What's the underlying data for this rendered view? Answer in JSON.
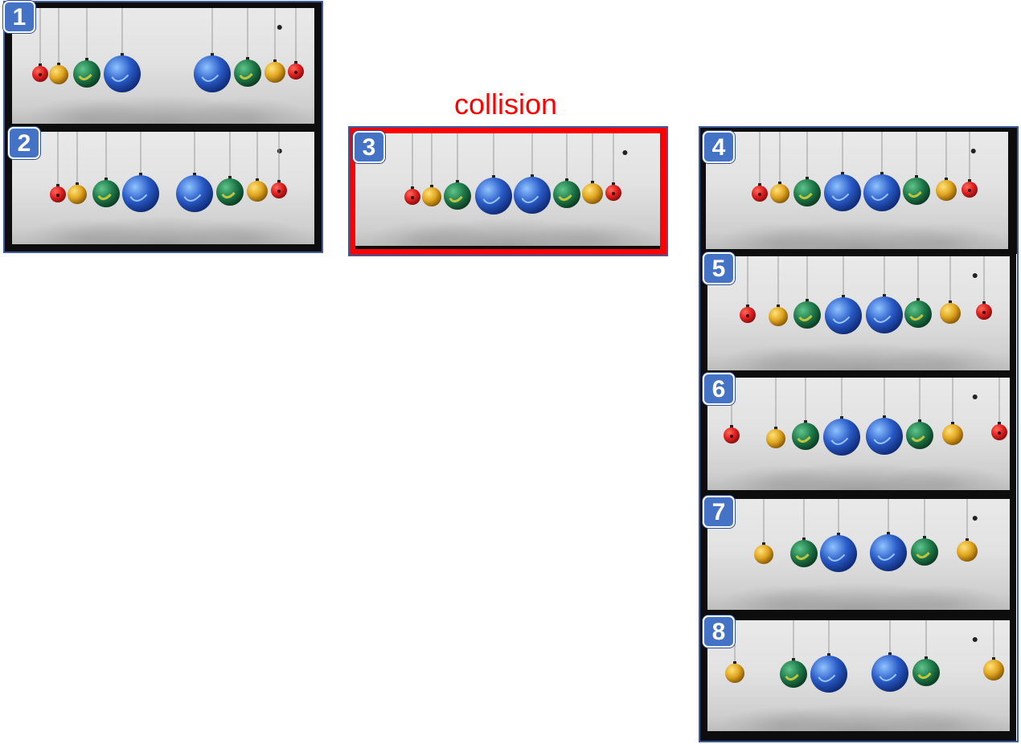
{
  "caption": "collision",
  "panels": [
    {
      "number": "1",
      "stage": "approach"
    },
    {
      "number": "2",
      "stage": "approach"
    },
    {
      "number": "3",
      "stage": "collision"
    },
    {
      "number": "4",
      "stage": "rebound"
    },
    {
      "number": "5",
      "stage": "rebound"
    },
    {
      "number": "6",
      "stage": "rebound"
    },
    {
      "number": "7",
      "stage": "rebound"
    },
    {
      "number": "8",
      "stage": "rebound"
    }
  ],
  "colors": {
    "badge": "#4472c4",
    "caption": "#ff0000",
    "collision_frame": "#ff0000",
    "frame": "#0d0d0d",
    "outline": "#3d5a9e",
    "ball_red": "#e02020",
    "ball_yellow": "#e0a520",
    "ball_green": "#1f7a4a",
    "ball_blue": "#2a5cc8"
  }
}
